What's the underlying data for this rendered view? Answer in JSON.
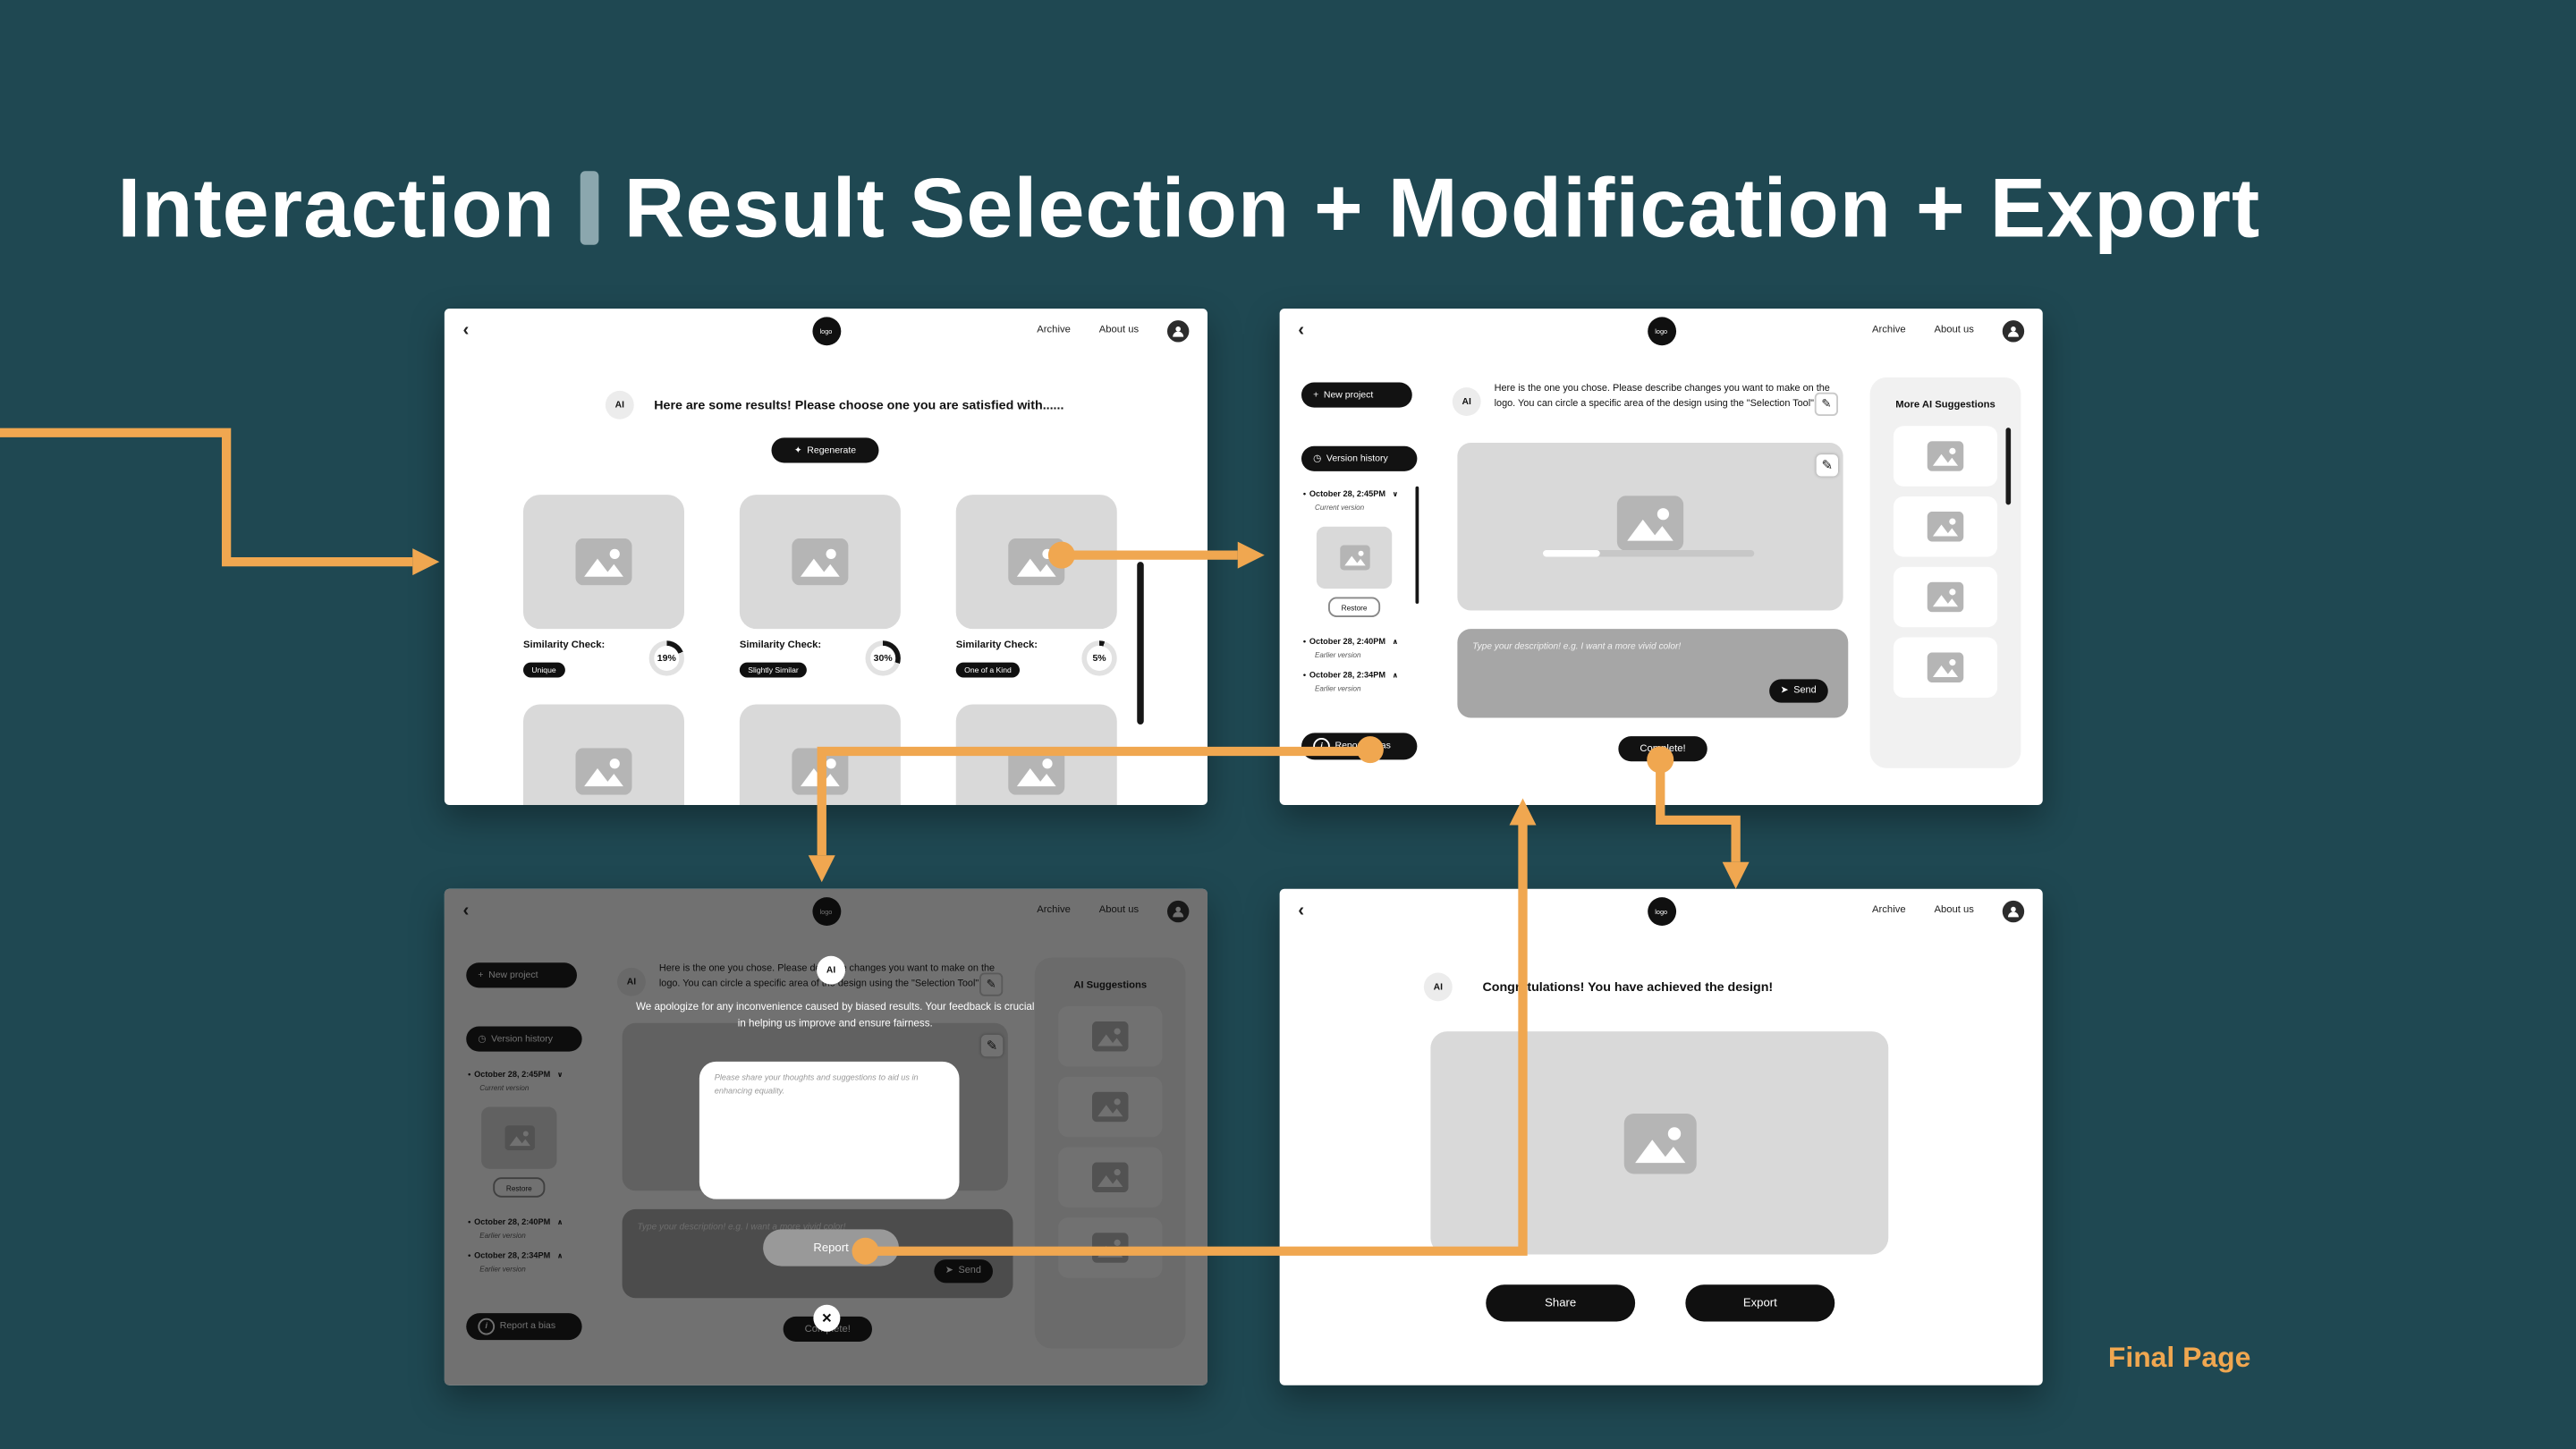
{
  "slide": {
    "title_left": "Interaction",
    "title_right": "Result Selection + Modification + Export",
    "final_page": "Final Page"
  },
  "colors": {
    "background": "#1F4852",
    "accent_orange": "#F0A750",
    "title_divider": "#8BA7AE",
    "panel_white": "#FFFFFF",
    "card_gray": "#D9D9D9"
  },
  "icons": {
    "back": "‹",
    "plus": "+",
    "clock": "◷",
    "info": "i",
    "pencil": "✎",
    "send": "➤",
    "sparkle": "✦",
    "bullet": "•",
    "close": "×"
  },
  "nav": {
    "logo": "logo",
    "archive": "Archive",
    "about": "About us"
  },
  "results_screen": {
    "ai": "AI",
    "message": "Here are some results! Please choose one you are satisfied with......",
    "regenerate": "Regenerate",
    "similarity_label": "Similarity Check:",
    "cards": [
      {
        "tag": "Unique",
        "percent": "19%",
        "value": 19
      },
      {
        "tag": "Slightly Similar",
        "percent": "30%",
        "value": 30
      },
      {
        "tag": "One of a Kind",
        "percent": "5%",
        "value": 5
      }
    ]
  },
  "modify_screen": {
    "ai": "AI",
    "message": "Here is the one you chose. Please describe changes you want to make on the logo. You can circle a specific area of the design using the \"Selection Tool\".",
    "new_project": "New project",
    "version_history": "Version history",
    "versions": [
      {
        "date": "October 28, 2:45PM",
        "note": "Current version",
        "chevron": "∨"
      },
      {
        "date": "October 28, 2:40PM",
        "note": "Earlier version",
        "chevron": "∧"
      },
      {
        "date": "October 28, 2:34PM",
        "note": "Earlier version",
        "chevron": "∧"
      }
    ],
    "restore": "Restore",
    "report_bias": "Report a bias",
    "input_placeholder": "Type your description! e.g. I want a more vivid color!",
    "send": "Send",
    "complete": "Complete!",
    "suggestions_title": "More AI Suggestions"
  },
  "report_screen": {
    "ai": "AI",
    "suggestions_title": "AI Suggestions",
    "message": "We apologize for any inconvenience caused by biased results. Your feedback is crucial in helping us improve and ensure fairness.",
    "textarea_placeholder": "Please share your thoughts and suggestions to aid us in enhancing equality.",
    "report": "Report"
  },
  "final_screen": {
    "ai": "AI",
    "message": "Congratulations! You have achieved the design!",
    "share": "Share",
    "export": "Export"
  }
}
